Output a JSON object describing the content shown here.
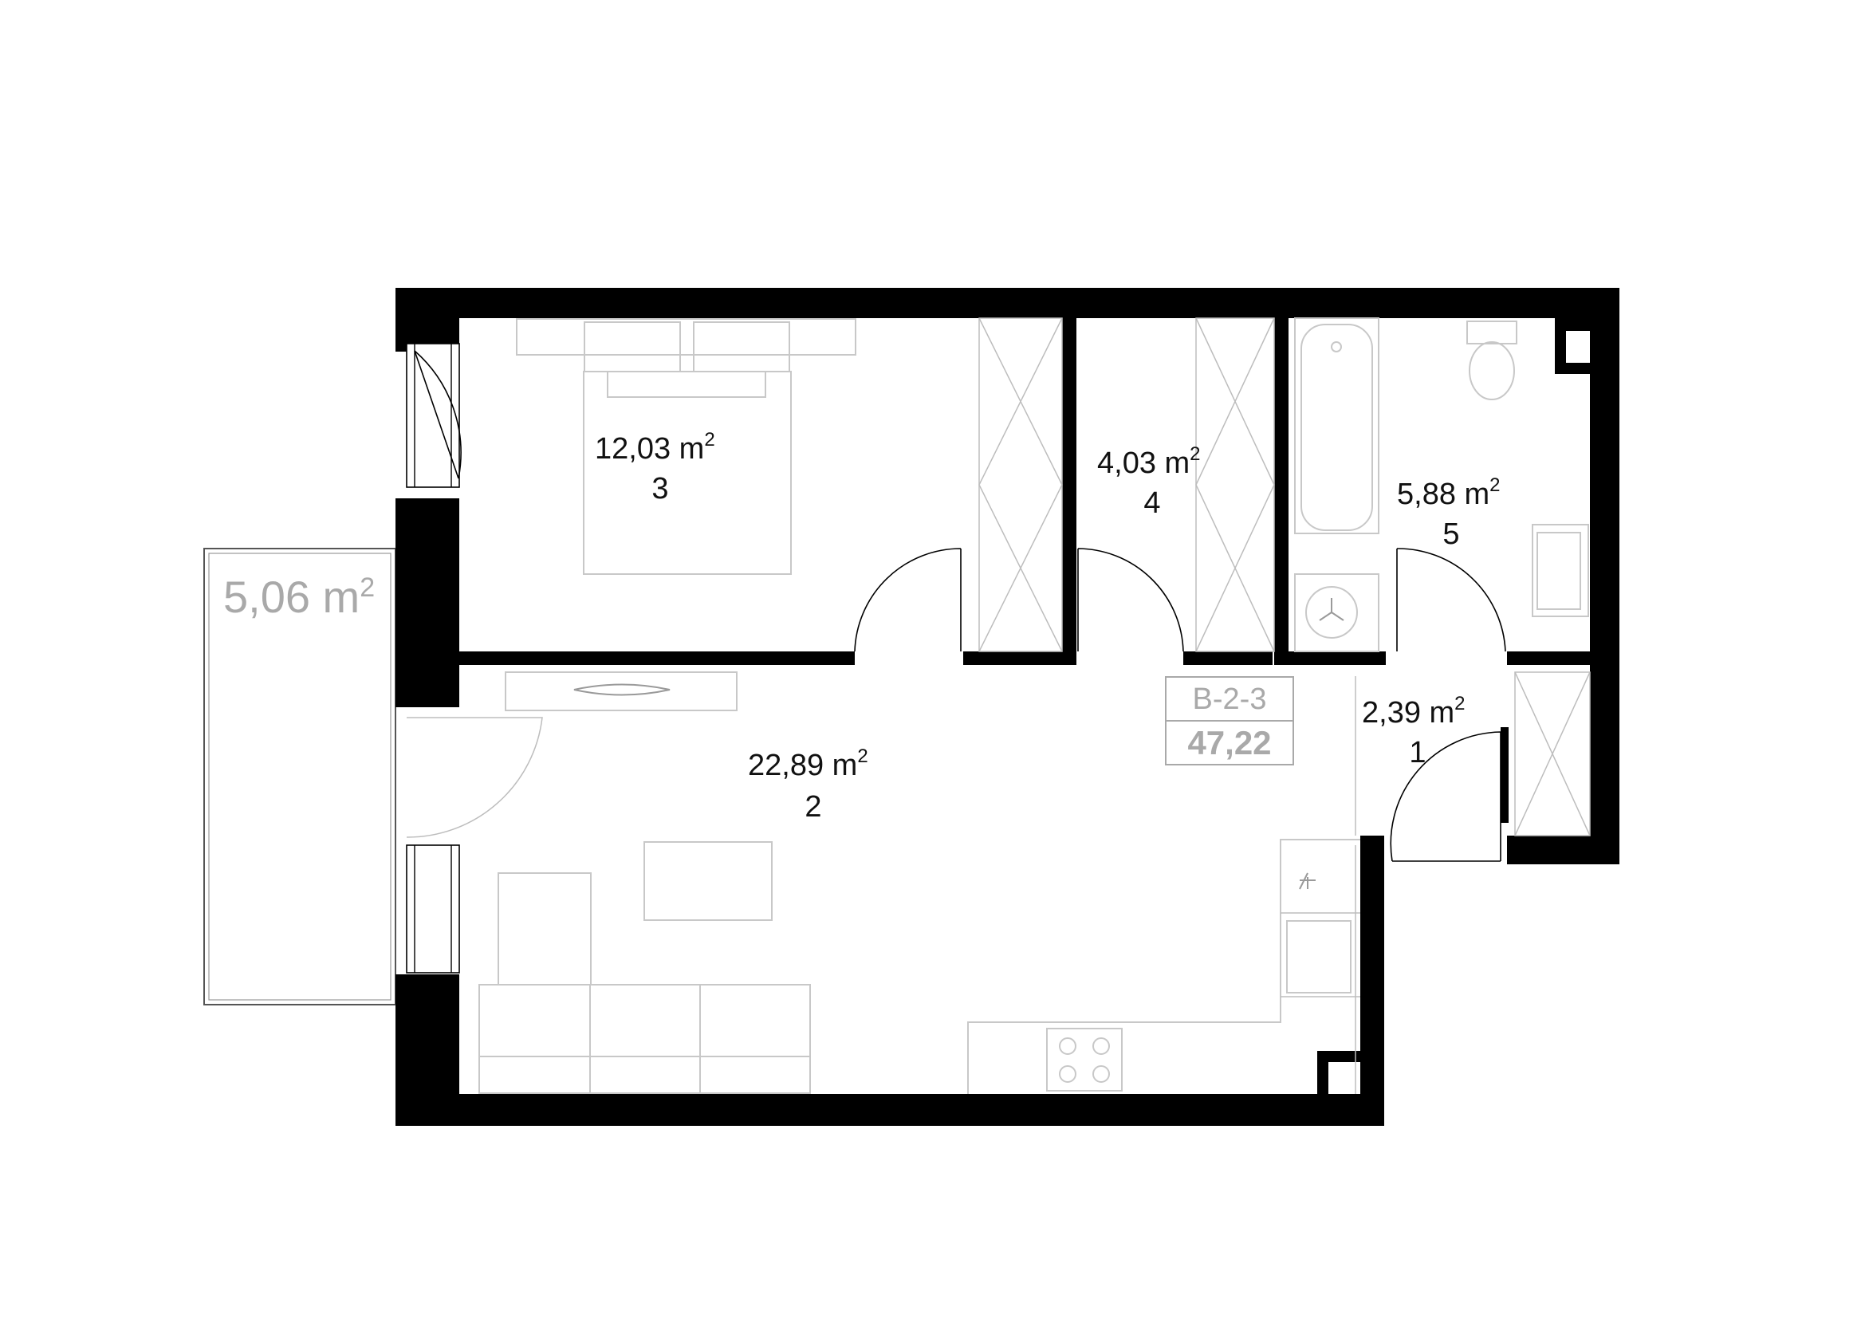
{
  "balcony": {
    "area": "5,06 m",
    "unit_sup": "2"
  },
  "apartment": {
    "code": "B-2-3",
    "total": "47,22"
  },
  "rooms": [
    {
      "id": "room-1",
      "area": "2,39  m",
      "sup": "2",
      "number": "1"
    },
    {
      "id": "room-2",
      "area": "22,89  m",
      "sup": "2",
      "number": "2"
    },
    {
      "id": "room-3",
      "area": "12,03  m",
      "sup": "2",
      "number": "3"
    },
    {
      "id": "room-4",
      "area": "4,03  m",
      "sup": "2",
      "number": "4"
    },
    {
      "id": "room-5",
      "area": "5,88  m",
      "sup": "2",
      "number": "5"
    }
  ]
}
